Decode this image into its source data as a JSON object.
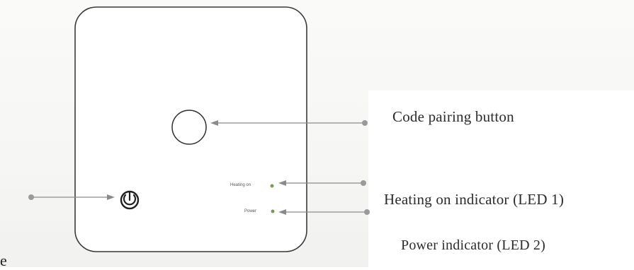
{
  "device": {
    "led_labels": {
      "heating": "Heating on",
      "power": "Power"
    }
  },
  "callouts": {
    "pairing": "Code pairing button",
    "heating": "Heating on indicator (LED 1)",
    "power": "Power indicator (LED 2)"
  },
  "stray_text": "e",
  "colors": {
    "outline": "#3a3a3a",
    "leader": "#8a8a8a",
    "leader_dot": "#9a9a9a",
    "led_dot": "#7a9a5a"
  },
  "icons": {
    "power_button": "power-icon",
    "pairing_button": "circle-button"
  }
}
